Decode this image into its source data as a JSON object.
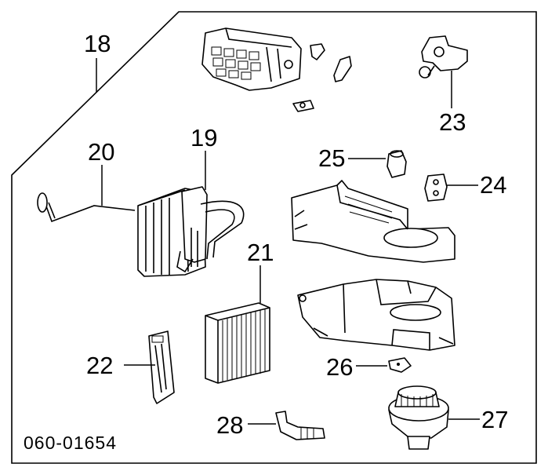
{
  "callouts": {
    "c18": "18",
    "c19": "19",
    "c20": "20",
    "c21": "21",
    "c22": "22",
    "c23": "23",
    "c24": "24",
    "c25": "25",
    "c26": "26",
    "c27": "27",
    "c28": "28"
  },
  "diagram_code": "060-01654"
}
